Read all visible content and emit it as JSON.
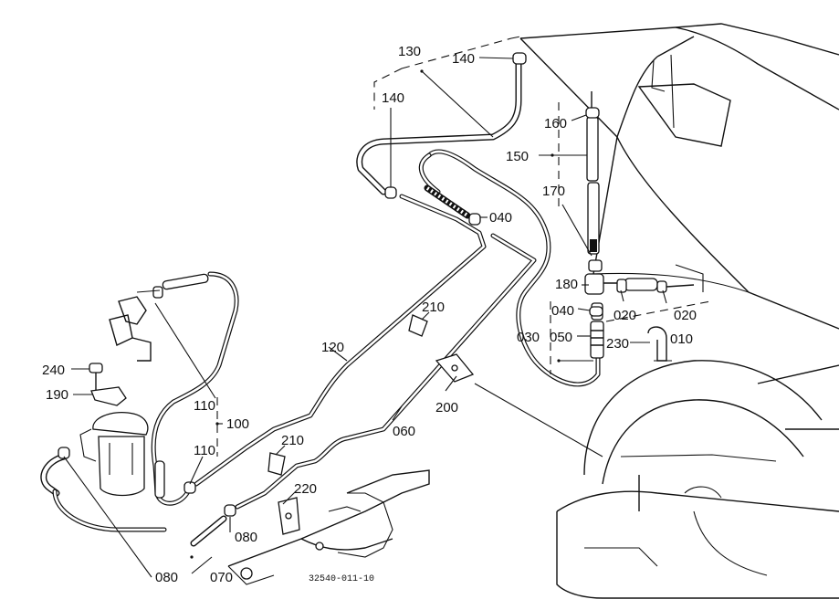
{
  "diagram": {
    "drawing_code": "32540-011-10",
    "callouts": [
      {
        "id": "c130",
        "text": "130"
      },
      {
        "id": "c140a",
        "text": "140"
      },
      {
        "id": "c140b",
        "text": "140"
      },
      {
        "id": "c160",
        "text": "160"
      },
      {
        "id": "c150",
        "text": "150"
      },
      {
        "id": "c170",
        "text": "170"
      },
      {
        "id": "c040a",
        "text": "040"
      },
      {
        "id": "c180",
        "text": "180"
      },
      {
        "id": "c040b",
        "text": "040"
      },
      {
        "id": "c020a",
        "text": "020"
      },
      {
        "id": "c020b",
        "text": "020"
      },
      {
        "id": "c030",
        "text": "030"
      },
      {
        "id": "c050",
        "text": "050"
      },
      {
        "id": "c230",
        "text": "230"
      },
      {
        "id": "c010",
        "text": "010"
      },
      {
        "id": "c210a",
        "text": "210"
      },
      {
        "id": "c120",
        "text": "120"
      },
      {
        "id": "c200",
        "text": "200"
      },
      {
        "id": "c060",
        "text": "060"
      },
      {
        "id": "c110a",
        "text": "110"
      },
      {
        "id": "c100",
        "text": "100"
      },
      {
        "id": "c110b",
        "text": "110"
      },
      {
        "id": "c210b",
        "text": "210"
      },
      {
        "id": "c220",
        "text": "220"
      },
      {
        "id": "c240",
        "text": "240"
      },
      {
        "id": "c190",
        "text": "190"
      },
      {
        "id": "c080a",
        "text": "080"
      },
      {
        "id": "c080b",
        "text": "080"
      },
      {
        "id": "c070",
        "text": "070"
      }
    ]
  }
}
